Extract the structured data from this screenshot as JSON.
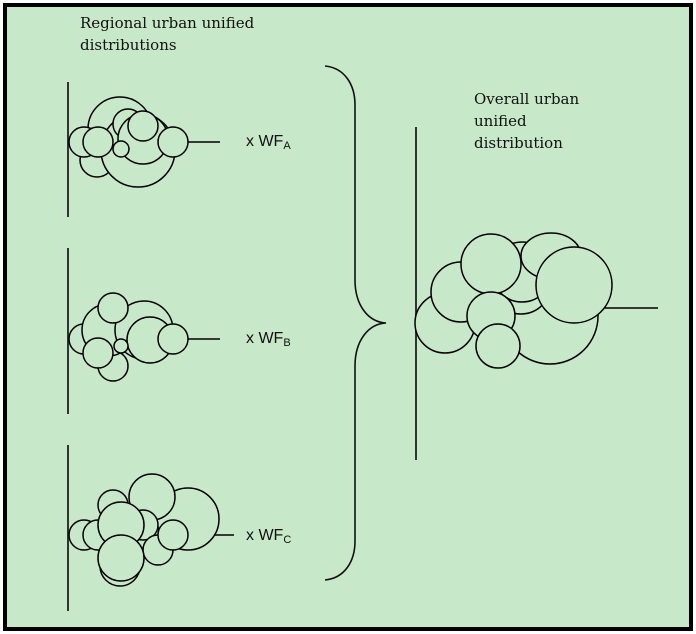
{
  "titles": {
    "regional": "Regional urban unified distributions",
    "overall_line1": "Overall urban",
    "overall_line2": "unified",
    "overall_line3": "distribution"
  },
  "regions": [
    {
      "name": "A",
      "multiplier_prefix": "x WF",
      "subscript": "A"
    },
    {
      "name": "B",
      "multiplier_prefix": "x WF",
      "subscript": "B"
    },
    {
      "name": "C",
      "multiplier_prefix": "x WF",
      "subscript": "C"
    }
  ],
  "colors": {
    "background": "#c8e9c9",
    "stroke": "#000000",
    "border": "#000000"
  }
}
